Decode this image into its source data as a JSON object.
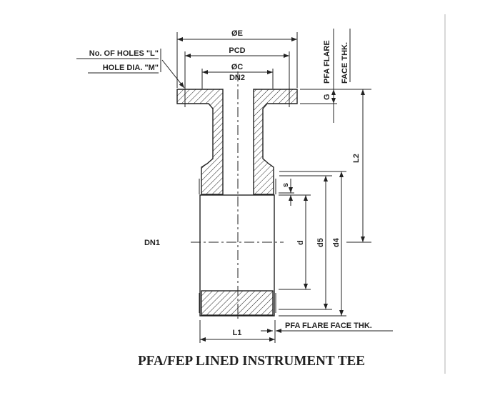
{
  "drawing": {
    "title": "PFA/FEP LINED INSTRUMENT TEE",
    "labels": {
      "dia_e": "ØE",
      "pcd": "PCD",
      "dia_c": "ØC",
      "dn2": "DN2",
      "dn1": "DN1",
      "holes_count": "No. OF HOLES \"L\"",
      "hole_dia": "HOLE DIA. \"M\"",
      "pfa_flare": "PFA FLARE",
      "face_thk": "FACE THK.",
      "g": "G",
      "l2": "L2",
      "s": "s",
      "d": "d",
      "d5": "d5",
      "d4": "d4",
      "l1": "L1",
      "pfa_flare_face_thk": "PFA FLARE FACE THK."
    }
  }
}
